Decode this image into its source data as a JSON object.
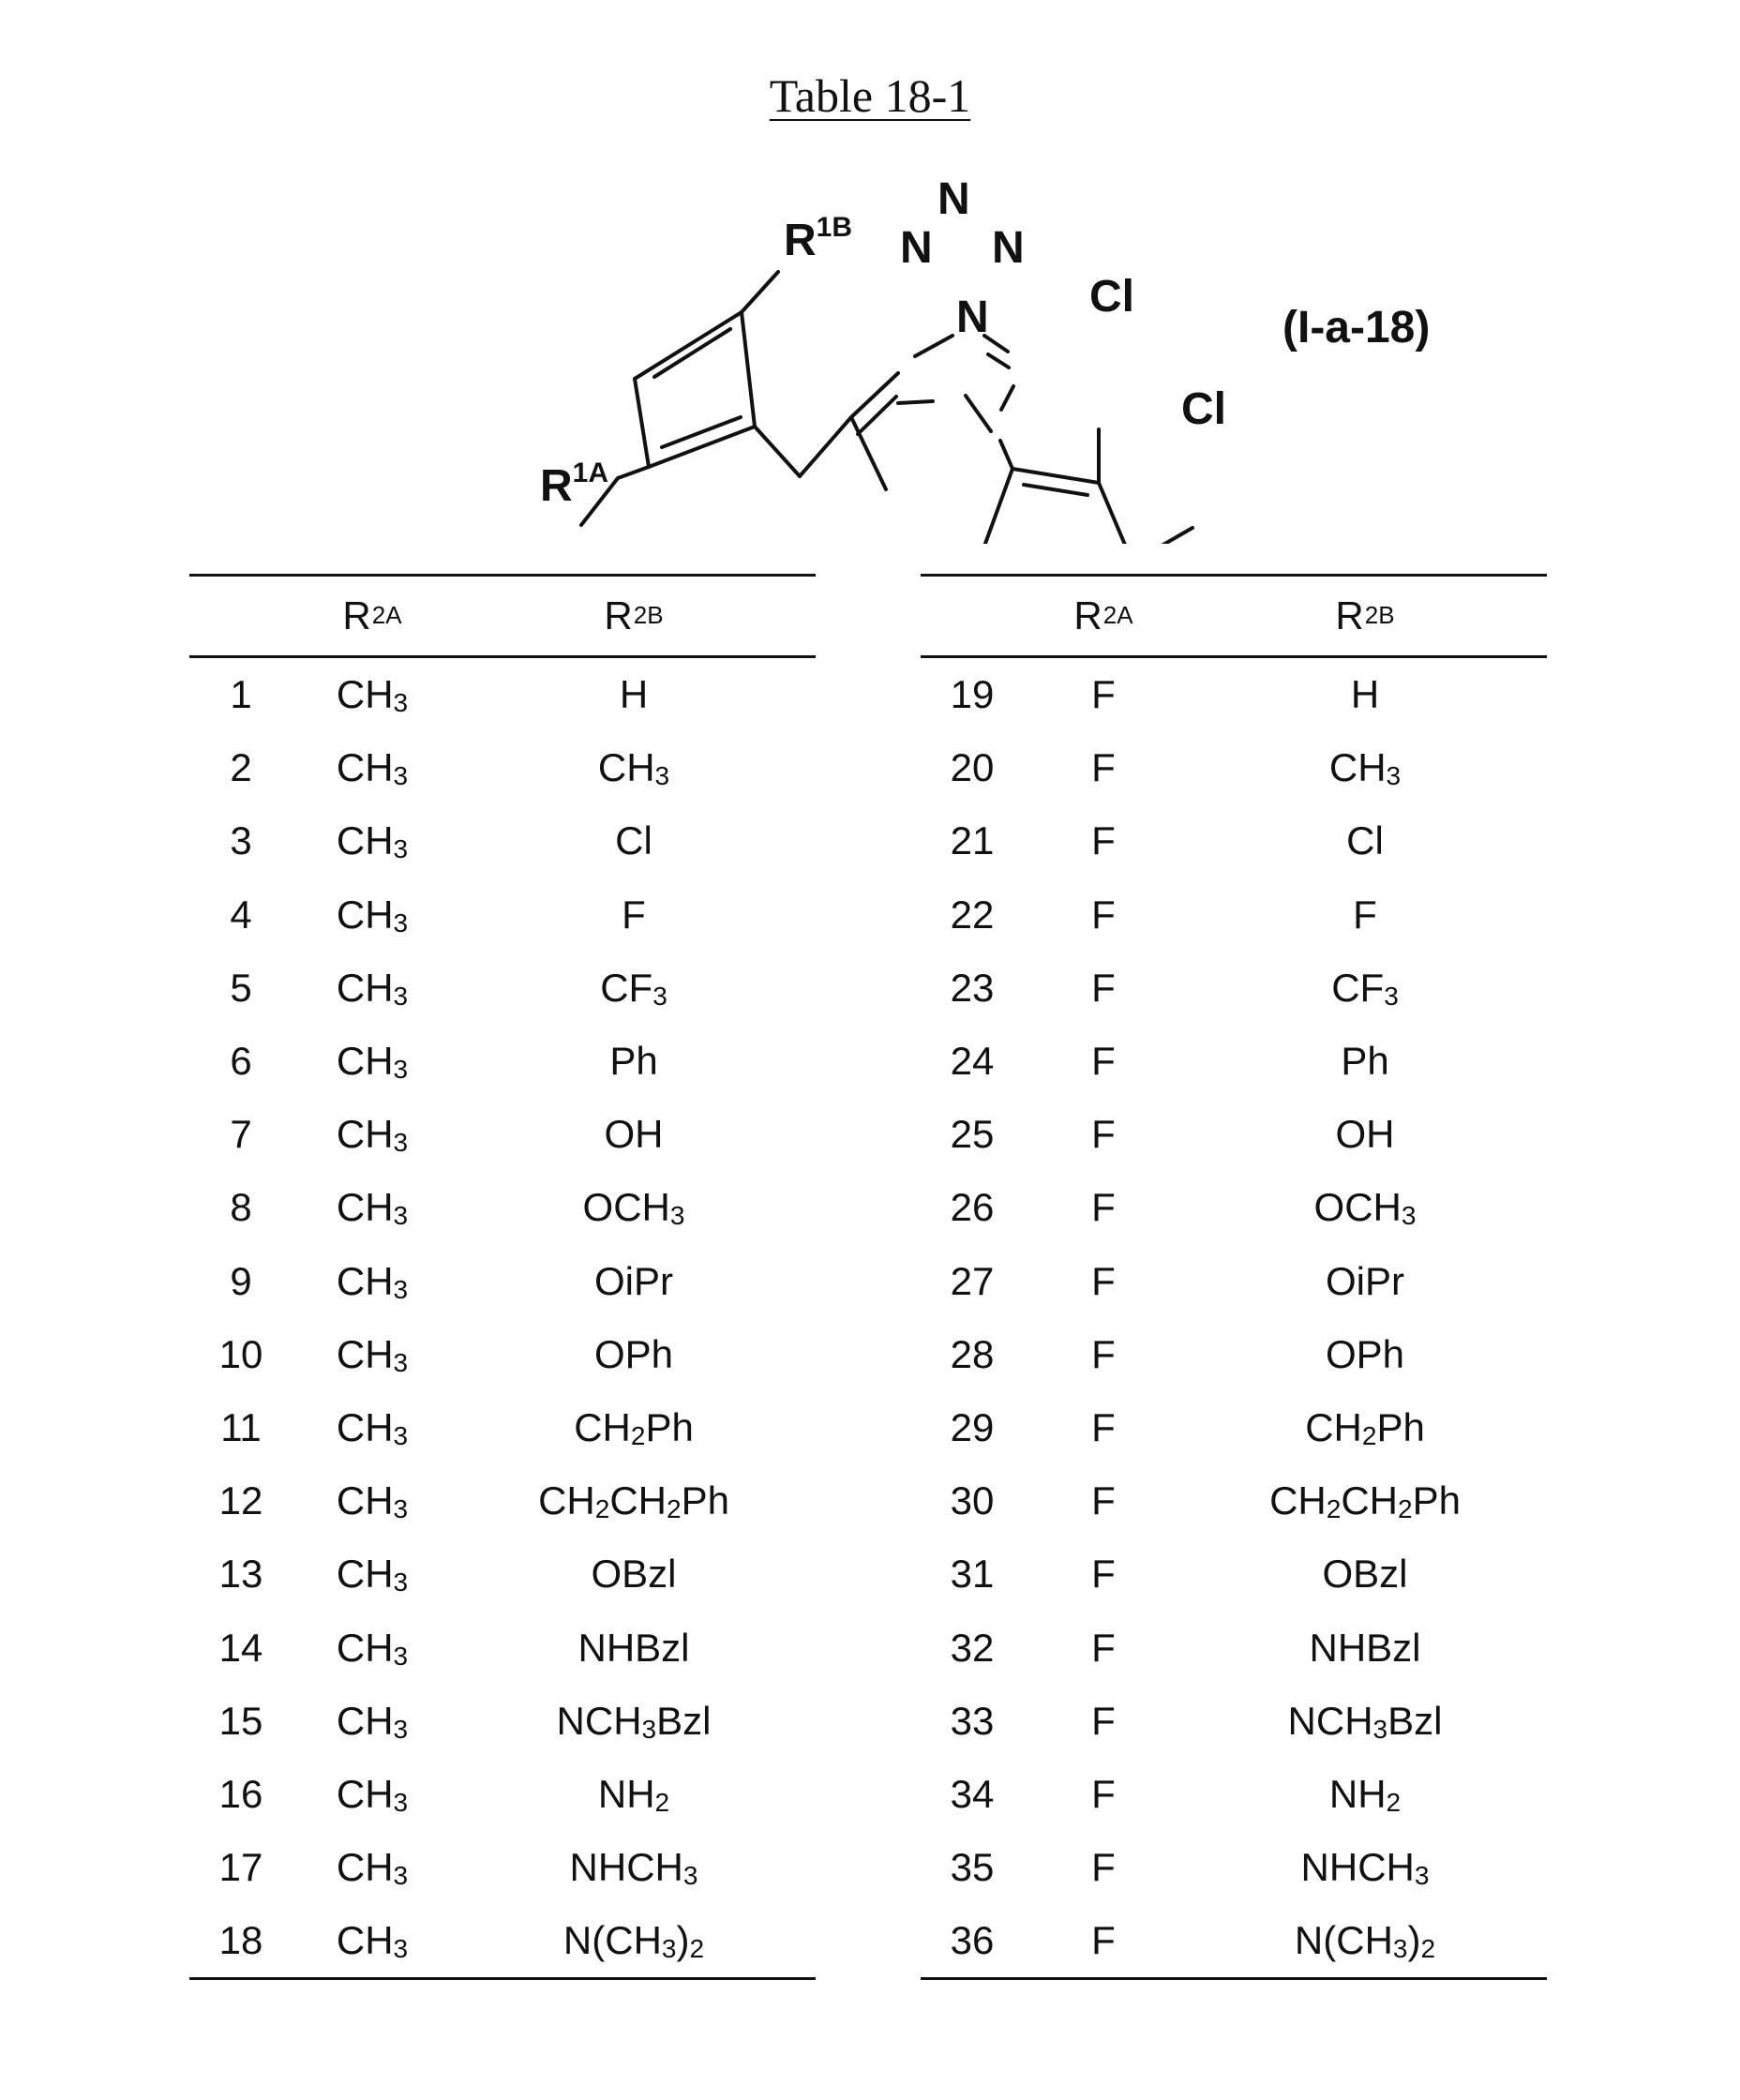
{
  "title": "Table 18-1",
  "compound_label": "(I-a-18)",
  "structure_labels": {
    "r1a": "R",
    "r1a_sup": "1A",
    "r1b": "R",
    "r1b_sup": "1B",
    "n": "N",
    "cl": "Cl"
  },
  "headers": {
    "col_a": "R",
    "col_a_sup": "2A",
    "col_b": "R",
    "col_b_sup": "2B"
  },
  "tables": [
    {
      "rows": [
        {
          "no": "1",
          "r2a": "CH<sub>3</sub>",
          "r2b": "H"
        },
        {
          "no": "2",
          "r2a": "CH<sub>3</sub>",
          "r2b": "CH<sub>3</sub>"
        },
        {
          "no": "3",
          "r2a": "CH<sub>3</sub>",
          "r2b": "Cl"
        },
        {
          "no": "4",
          "r2a": "CH<sub>3</sub>",
          "r2b": "F"
        },
        {
          "no": "5",
          "r2a": "CH<sub>3</sub>",
          "r2b": "CF<sub>3</sub>"
        },
        {
          "no": "6",
          "r2a": "CH<sub>3</sub>",
          "r2b": "Ph"
        },
        {
          "no": "7",
          "r2a": "CH<sub>3</sub>",
          "r2b": "OH"
        },
        {
          "no": "8",
          "r2a": "CH<sub>3</sub>",
          "r2b": "OCH<sub>3</sub>"
        },
        {
          "no": "9",
          "r2a": "CH<sub>3</sub>",
          "r2b": "OiPr"
        },
        {
          "no": "10",
          "r2a": "CH<sub>3</sub>",
          "r2b": "OPh"
        },
        {
          "no": "11",
          "r2a": "CH<sub>3</sub>",
          "r2b": "CH<sub>2</sub>Ph"
        },
        {
          "no": "12",
          "r2a": "CH<sub>3</sub>",
          "r2b": "CH<sub>2</sub>CH<sub>2</sub>Ph"
        },
        {
          "no": "13",
          "r2a": "CH<sub>3</sub>",
          "r2b": "OBzl"
        },
        {
          "no": "14",
          "r2a": "CH<sub>3</sub>",
          "r2b": "NHBzl"
        },
        {
          "no": "15",
          "r2a": "CH<sub>3</sub>",
          "r2b": "NCH<sub>3</sub>Bzl"
        },
        {
          "no": "16",
          "r2a": "CH<sub>3</sub>",
          "r2b": "NH<sub>2</sub>"
        },
        {
          "no": "17",
          "r2a": "CH<sub>3</sub>",
          "r2b": "NHCH<sub>3</sub>"
        },
        {
          "no": "18",
          "r2a": "CH<sub>3</sub>",
          "r2b": "N(CH<sub>3</sub>)<sub>2</sub>"
        }
      ]
    },
    {
      "rows": [
        {
          "no": "19",
          "r2a": "F",
          "r2b": "H"
        },
        {
          "no": "20",
          "r2a": "F",
          "r2b": "CH<sub>3</sub>"
        },
        {
          "no": "21",
          "r2a": "F",
          "r2b": "Cl"
        },
        {
          "no": "22",
          "r2a": "F",
          "r2b": "F"
        },
        {
          "no": "23",
          "r2a": "F",
          "r2b": "CF<sub>3</sub>"
        },
        {
          "no": "24",
          "r2a": "F",
          "r2b": "Ph"
        },
        {
          "no": "25",
          "r2a": "F",
          "r2b": "OH"
        },
        {
          "no": "26",
          "r2a": "F",
          "r2b": "OCH<sub>3</sub>"
        },
        {
          "no": "27",
          "r2a": "F",
          "r2b": "OiPr"
        },
        {
          "no": "28",
          "r2a": "F",
          "r2b": "OPh"
        },
        {
          "no": "29",
          "r2a": "F",
          "r2b": "CH<sub>2</sub>Ph"
        },
        {
          "no": "30",
          "r2a": "F",
          "r2b": "CH<sub>2</sub>CH<sub>2</sub>Ph"
        },
        {
          "no": "31",
          "r2a": "F",
          "r2b": "OBzl"
        },
        {
          "no": "32",
          "r2a": "F",
          "r2b": "NHBzl"
        },
        {
          "no": "33",
          "r2a": "F",
          "r2b": "NCH<sub>3</sub>Bzl"
        },
        {
          "no": "34",
          "r2a": "F",
          "r2b": "NH<sub>2</sub>"
        },
        {
          "no": "35",
          "r2a": "F",
          "r2b": "NHCH<sub>3</sub>"
        },
        {
          "no": "36",
          "r2a": "F",
          "r2b": "N(CH<sub>3</sub>)<sub>2</sub>"
        }
      ]
    }
  ]
}
